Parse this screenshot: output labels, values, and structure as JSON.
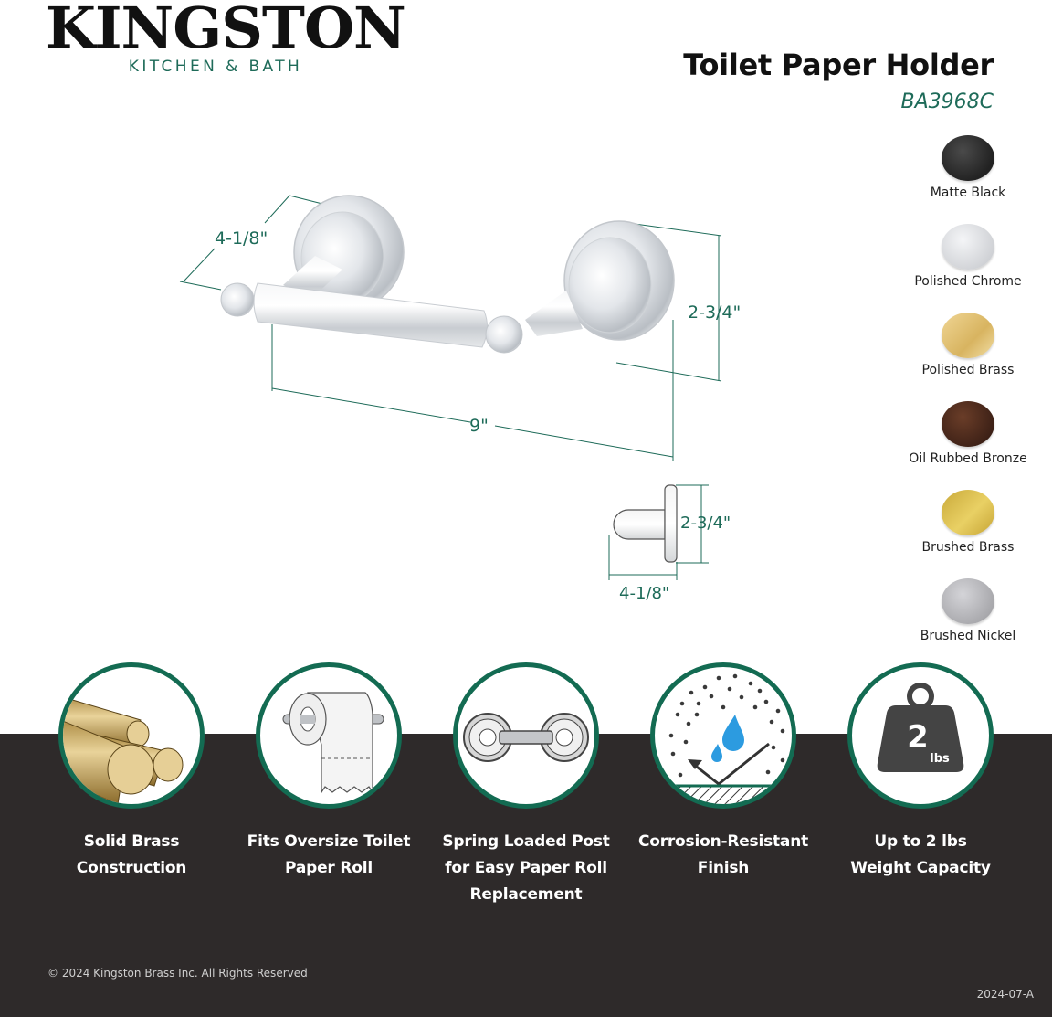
{
  "brand": {
    "name": "KINGSTON",
    "subtitle": "KITCHEN & BATH"
  },
  "product": {
    "title": "Toilet Paper Holder",
    "sku": "BA3968C"
  },
  "finishes": [
    {
      "label": "Matte Black",
      "color": "#2b2b2b"
    },
    {
      "label": "Polished Chrome",
      "color": "#dcdde0"
    },
    {
      "label": "Polished Brass",
      "color": "#e2c27a"
    },
    {
      "label": "Oil Rubbed Bronze",
      "color": "#4a2a1c"
    },
    {
      "label": "Brushed Brass",
      "color": "#d8bb48"
    },
    {
      "label": "Brushed Nickel",
      "color": "#b8b8bc"
    }
  ],
  "dimensions": {
    "depth": "4-1/8\"",
    "height": "2-3/4\"",
    "width": "9\"",
    "side_height": "2-3/4\"",
    "side_depth": "4-1/8\""
  },
  "features": [
    {
      "icon": "brass-rods-icon",
      "line1": "Solid Brass",
      "line2": "Construction",
      "line3": ""
    },
    {
      "icon": "toilet-paper-roll-icon",
      "line1": "Fits Oversize Toilet",
      "line2": "Paper Roll",
      "line3": ""
    },
    {
      "icon": "spring-post-icon",
      "line1": "Spring Loaded Post",
      "line2": "for Easy Paper Roll",
      "line3": "Replacement"
    },
    {
      "icon": "corrosion-resistant-icon",
      "line1": "Corrosion-Resistant",
      "line2": "Finish",
      "line3": ""
    },
    {
      "icon": "weight-icon",
      "line1": "Up to 2 lbs",
      "line2": "Weight Capacity",
      "line3": "",
      "weight_value": "2",
      "weight_unit": "lbs"
    }
  ],
  "colors": {
    "accent_green": "#1e6b59",
    "circle_border": "#136b52",
    "dark_band": "#2e2a2a",
    "water_blue": "#2c9be0"
  },
  "footer": {
    "copyright": "© 2024 Kingston Brass Inc. All Rights Reserved",
    "doc_code": "2024-07-A"
  }
}
